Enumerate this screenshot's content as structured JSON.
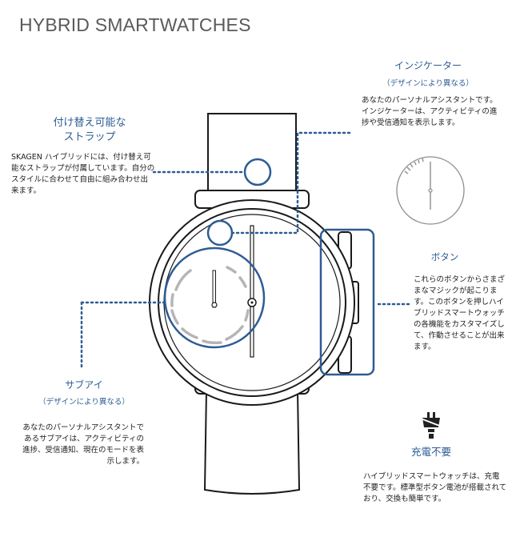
{
  "title": "HYBRID SMARTWATCHES",
  "callouts": {
    "indicator": {
      "heading": "インジケーター",
      "subheading": "（デザインにより異なる）",
      "body": "あなたのパーソナルアシスタントです。インジケーターは、アクティビティの進捗や受信通知を表示します。"
    },
    "strap": {
      "heading_line1": "付け替え可能な",
      "heading_line2": "ストラップ",
      "body": "SKAGEN ハイブリッドには、付け替え可能なストラップが付属しています。自分のスタイルに合わせて自由に組み合わせ出来ます。"
    },
    "buttons": {
      "heading": "ボタン",
      "body": "これらのボタンからさまざまなマジックが起こります。このボタンを押しハイブリッドスマートウォッチの各機能をカスタマイズして、作動させることが出来ます。"
    },
    "subeye": {
      "heading": "サブアイ",
      "subheading": "（デザインにより異なる）",
      "body": "あなたのパーソナルアシスタントであるサブアイは、アクティビティの進捗、受信通知、現在のモードを表示します。"
    },
    "no_charge": {
      "heading": "充電不要",
      "body": "ハイブリッドスマートウォッチは、充電不要です。標準型ボタン電池が搭載されており、交換も簡単です。"
    }
  },
  "icons": [
    "watch-diagram",
    "indicator-dial-icon",
    "charger-unplugged-icon"
  ],
  "colors": {
    "accent": "#2d5c94",
    "line": "#1a1a1a",
    "title": "#5a5a5a"
  }
}
